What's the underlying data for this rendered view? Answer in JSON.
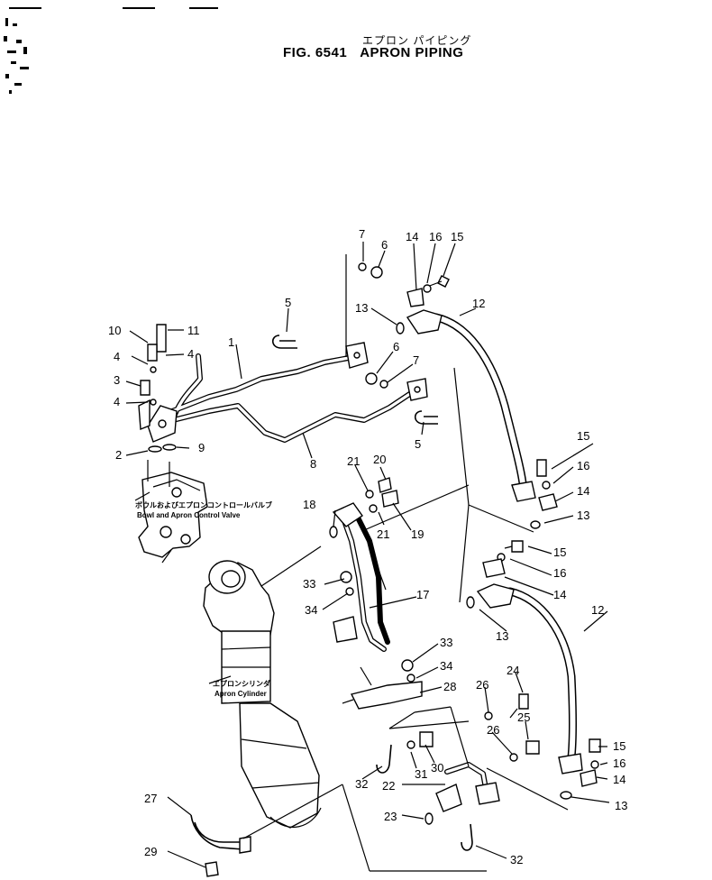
{
  "header": {
    "title_jp": "エプロン パイピング",
    "fig_no": "FIG. 6541",
    "title": "APRON PIPING"
  },
  "captions": {
    "valve_jp": "ボウルおよびエプロンコントロールバルブ",
    "valve_en": "Bowl and Apron Control Valve",
    "cylinder_jp": "エプロンシリンダ",
    "cylinder_en": "Apron Cylinder"
  },
  "callouts": [
    "7",
    "6",
    "14",
    "16",
    "15",
    "5",
    "13",
    "12",
    "10",
    "11",
    "4",
    "1",
    "4",
    "3",
    "4",
    "6",
    "7",
    "2",
    "9",
    "8",
    "5",
    "21",
    "20",
    "18",
    "21",
    "19",
    "15",
    "16",
    "14",
    "13",
    "33",
    "17",
    "34",
    "15",
    "16",
    "14",
    "12",
    "13",
    "33",
    "34",
    "28",
    "24",
    "26",
    "25",
    "26",
    "27",
    "31",
    "30",
    "32",
    "22",
    "15",
    "16",
    "14",
    "23",
    "13",
    "29",
    "32"
  ]
}
